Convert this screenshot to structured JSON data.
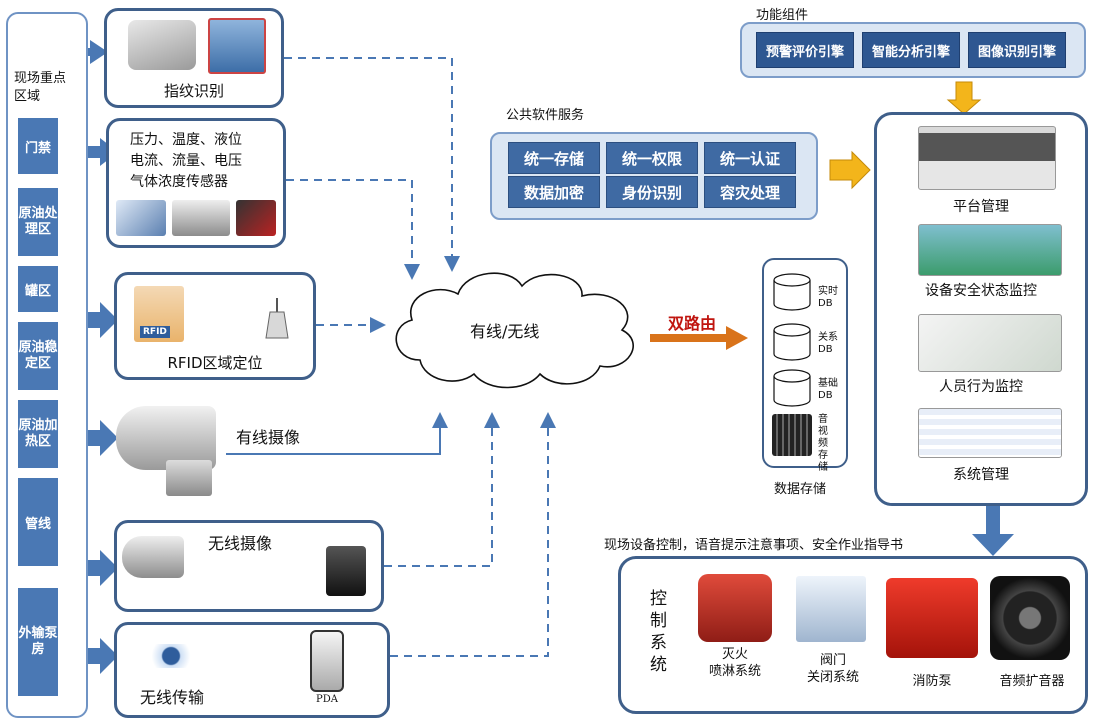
{
  "left_column": {
    "title": "现场重点区域",
    "zones": [
      "门禁",
      "原油处理区",
      "罐区",
      "原油稳定区",
      "原油加热区",
      "管线",
      "外输泵房"
    ]
  },
  "devices": {
    "fingerprint": "指纹识别",
    "sensors_line1": "压力、温度、液位",
    "sensors_line2": "电流、流量、电压",
    "sensors_line3": "气体浓度传感器",
    "rfid": "RFID区域定位",
    "rfid_badge": "RFID",
    "wired_camera": "有线摄像",
    "wireless_camera": "无线摄像",
    "wireless_transfer": "无线传输",
    "pda": "PDA"
  },
  "network": {
    "cloud_label": "有线/无线",
    "dual_route": "双路由"
  },
  "public_services": {
    "title": "公共软件服务",
    "items": [
      "统一存储",
      "统一权限",
      "统一认证",
      "数据加密",
      "身份识别",
      "容灾处理"
    ]
  },
  "components": {
    "title": "功能组件",
    "items": [
      "预警评价引擎",
      "智能分析引擎",
      "图像识别引擎"
    ]
  },
  "storage": {
    "caption": "数据存储",
    "dbs": [
      "实时DB",
      "关系DB",
      "基础DB"
    ],
    "av": "音视频存储"
  },
  "platform": {
    "items": [
      "平台管理",
      "设备安全状态监控",
      "人员行为监控",
      "系统管理"
    ]
  },
  "control": {
    "caption": "现场设备控制，语音提示注意事项、安全作业指导书",
    "title": "控制系统",
    "items": [
      {
        "line1": "灭火",
        "line2": "喷淋系统"
      },
      {
        "line1": "阀门",
        "line2": "关闭系统"
      },
      {
        "line1": "消防泵",
        "line2": ""
      },
      {
        "line1": "音频扩音器",
        "line2": ""
      }
    ]
  },
  "colors": {
    "accent": "#4a78b4",
    "border": "#3f5f8a",
    "route": "#c0150f",
    "yellow_arrow": "#f3b51b"
  }
}
